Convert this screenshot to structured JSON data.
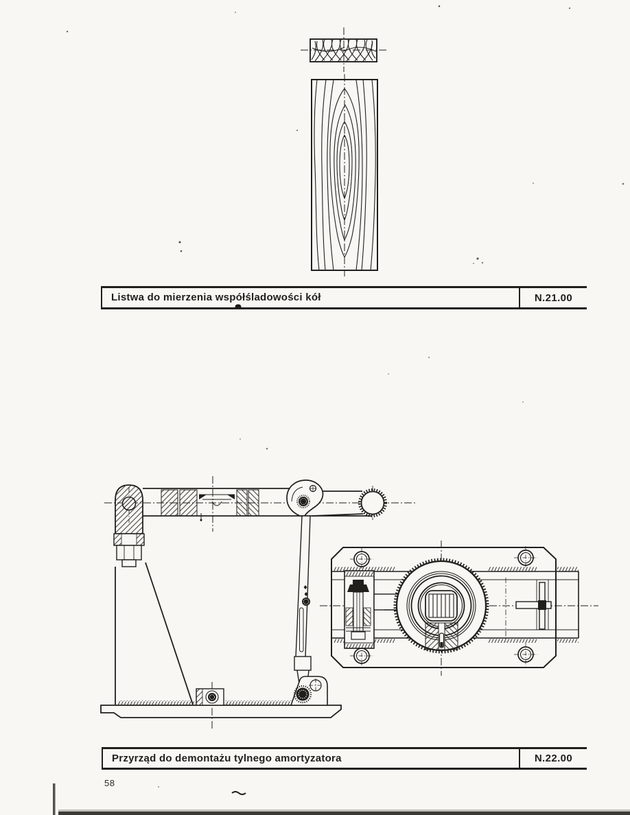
{
  "page": {
    "number": "58"
  },
  "colors": {
    "paper": "#f8f7f3",
    "ink": "#201f1c"
  },
  "figures": [
    {
      "title": "Listwa do mierzenia współśladowości kół",
      "code": "N.21.00"
    },
    {
      "title": "Przyrząd do demontażu tylnego amortyzatora",
      "code": "N.22.00"
    }
  ]
}
